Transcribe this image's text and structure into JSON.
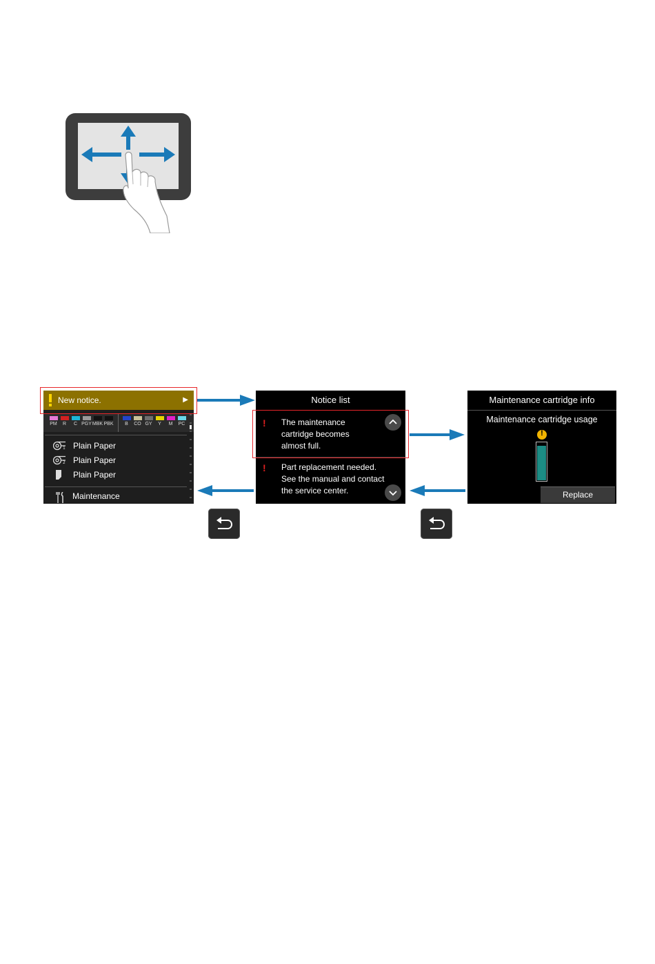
{
  "home_screen": {
    "notice_label": "New notice.",
    "notice_arrow": "▶",
    "ink_group_1": [
      {
        "label": "PM",
        "color": "#e67ad8"
      },
      {
        "label": "R",
        "color": "#d42020"
      },
      {
        "label": "C",
        "color": "#1cb6d8"
      },
      {
        "label": "PGY",
        "color": "#9a9a9a"
      },
      {
        "label": "MBK",
        "color": "#111111"
      },
      {
        "label": "PBK",
        "color": "#111111"
      }
    ],
    "ink_group_2": [
      {
        "label": "B",
        "color": "#2244cc"
      },
      {
        "label": "CO",
        "color": "#c9c29a"
      },
      {
        "label": "GY",
        "color": "#6e6e6e"
      },
      {
        "label": "Y",
        "color": "#e8d400"
      },
      {
        "label": "M",
        "color": "#e020c8"
      },
      {
        "label": "PC",
        "color": "#6ad6e8"
      }
    ],
    "paper": [
      {
        "label": "Plain Paper",
        "icon": "roll-1-icon"
      },
      {
        "label": "Plain Paper",
        "icon": "roll-2-icon"
      },
      {
        "label": "Plain Paper",
        "icon": "cut-sheet-icon"
      }
    ],
    "maintenance_label": "Maintenance"
  },
  "notice_list": {
    "title": "Notice list",
    "items": [
      {
        "mark": "!",
        "text": "The maintenance\ncartridge becomes\nalmost full."
      },
      {
        "mark": "!",
        "text": "Part replacement needed.\nSee the manual and contact\nthe service center."
      }
    ]
  },
  "maintenance_cartridge_info": {
    "title": "Maintenance cartridge info",
    "usage_label": "Maintenance cartridge usage",
    "usage_level": 0.92,
    "gauge_color": "#1c8c84",
    "warning_color": "#f2b400",
    "replace_label": "Replace"
  },
  "colors": {
    "highlight": "#e8262a",
    "arrow": "#1a7ab8",
    "notice_bar": "#8c7100"
  }
}
